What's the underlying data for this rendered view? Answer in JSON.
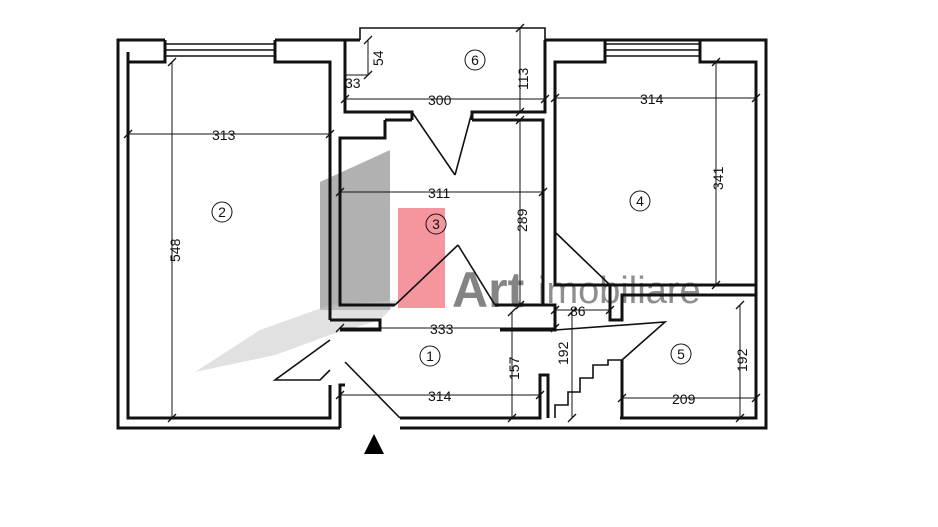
{
  "rooms": [
    {
      "id": "1",
      "label": "1"
    },
    {
      "id": "2",
      "label": "2"
    },
    {
      "id": "3",
      "label": "3"
    },
    {
      "id": "4",
      "label": "4"
    },
    {
      "id": "5",
      "label": "5"
    },
    {
      "id": "6",
      "label": "6"
    }
  ],
  "dimensions": {
    "d313": "313",
    "d548": "548",
    "d54": "54",
    "d33": "33",
    "d300": "300",
    "d113": "113",
    "d314_top": "314",
    "d341": "341",
    "d311": "311",
    "d289": "289",
    "d333": "333",
    "d86": "86",
    "d157": "157",
    "d192_mid": "192",
    "d192_right": "192",
    "d314_bottom": "314",
    "d209": "209"
  },
  "watermark": {
    "brand": "Art",
    "suffix": "imobiliare"
  },
  "colors": {
    "wall": "#111111",
    "watermark_red": "#e8394a",
    "watermark_gray": "#6e6e6e"
  },
  "entrance_marker": "entrance-arrow"
}
